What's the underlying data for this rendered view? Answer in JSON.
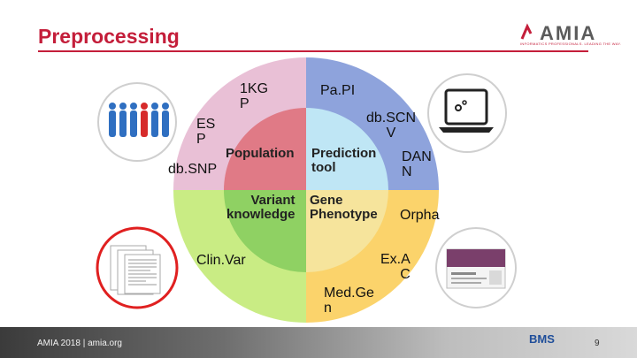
{
  "slide": {
    "title": "Preprocessing",
    "logo": {
      "word": "AMIA",
      "tagline": "INFORMATICS PROFESSIONALS. LEADING THE WAY."
    },
    "footer": {
      "text": "AMIA 2018  |  amia.org",
      "page": "9",
      "sponsor": "BMS"
    }
  },
  "quadrants": {
    "population": {
      "label": "Population",
      "color": "#e9c0d6",
      "inner_color": "#e07a86"
    },
    "prediction_tool": {
      "label": "Prediction\ntool",
      "color": "#8ea3dc",
      "inner_color": "#bfe6f5"
    },
    "variant_knowledge": {
      "label": "Variant\nknowledge",
      "color": "#c9ec84",
      "inner_color": "#8fd163"
    },
    "gene_phenotype": {
      "label": "Gene\nPhenotype",
      "color": "#fbd36b",
      "inner_color": "#f6e49c"
    }
  },
  "resources": {
    "kg1000": "1KG\nP",
    "esp": "ES\nP",
    "dbsnp": "db.SNP",
    "papi": "Pa.PI",
    "dbscnv": "db.SCN\nV",
    "dann": "DAN\nN",
    "clinvar": "Clin.Var",
    "exac": "Ex.A\nC",
    "medgen": "Med.Ge\nn",
    "orpha": "Orpha"
  },
  "icons": [
    "people-icon",
    "laptop-gear-icon",
    "papers-icon",
    "website-icon"
  ],
  "accent": "#c41e3a"
}
